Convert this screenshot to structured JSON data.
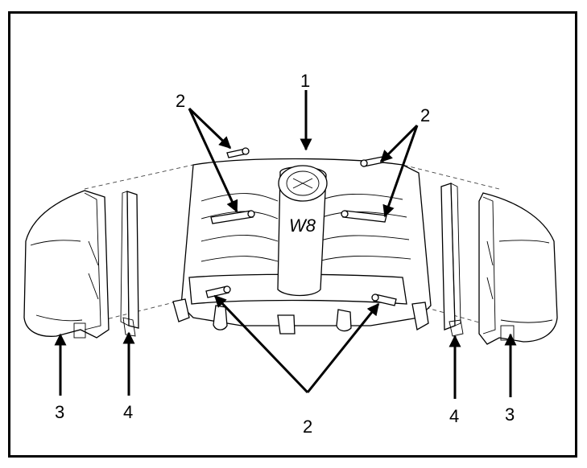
{
  "callouts": {
    "c1": "1",
    "c2_top_left": "2",
    "c2_top_right": "2",
    "c2_bottom": "2",
    "c3_left": "3",
    "c3_right": "3",
    "c4_left": "4",
    "c4_right": "4"
  },
  "manifold": {
    "badge_text": "W8"
  }
}
